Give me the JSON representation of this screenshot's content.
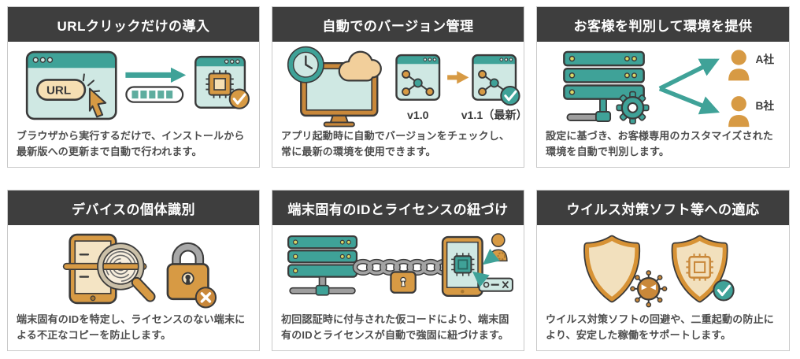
{
  "colors": {
    "header_bg": "#3e3e3e",
    "card_border": "#c9c9c9",
    "teal": "#3fa298",
    "teal_light": "#cfe8e3",
    "orange": "#d79a44",
    "orange_deep": "#c9883a",
    "cream": "#f2e0bd",
    "gray": "#9e9e9e",
    "outline": "#3a3a3a",
    "body_text": "#4d4d4d",
    "title_text": "#ffffff"
  },
  "cards": [
    {
      "title": "URLクリックだけの導入",
      "description": "ブラウザから実行するだけで、インストールから最新版への更新まで自動で行われます。",
      "url_label": "URL"
    },
    {
      "title": "自動でのバージョン管理",
      "description": "アプリ起動時に自動でバージョンをチェックし、常に最新の環境を使用できます。",
      "old_version": "v1.0",
      "new_version": "v1.1（最新）"
    },
    {
      "title": "お客様を判別して環境を提供",
      "description": "設定に基づき、お客様専用のカスタマイズされた環境を自動で判別します。",
      "company_a": "A社",
      "company_b": "B社"
    },
    {
      "title": "デバイスの個体識別",
      "description": "端末固有のIDを特定し、ライセンスのない端末による不正なコピーを防止します。"
    },
    {
      "title": "端末固有のIDとライセンスの紐づけ",
      "description": "初回認証時に付与された仮コードにより、端末固有のIDとライセンスが自動で強固に紐づけます。"
    },
    {
      "title": "ウイルス対策ソフト等への適応",
      "description": "ウイルス対策ソフトの回避や、二重起動の防止により、安定した稼働をサポートします。"
    }
  ]
}
